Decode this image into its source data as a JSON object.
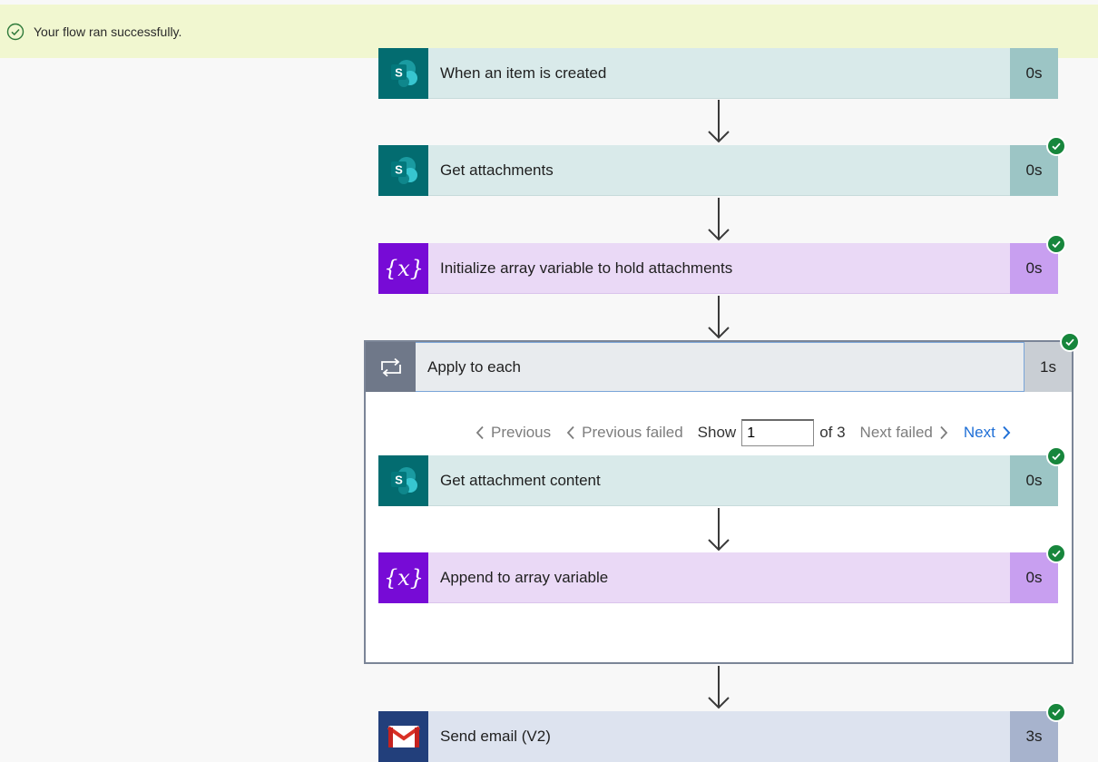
{
  "banner": {
    "message": "Your flow ran successfully."
  },
  "steps": [
    {
      "title": "When an item is created",
      "duration": "0s"
    },
    {
      "title": "Get attachments",
      "duration": "0s"
    },
    {
      "title": "Initialize array variable to hold attachments",
      "duration": "0s"
    }
  ],
  "loop": {
    "title": "Apply to each",
    "duration": "1s",
    "pager": {
      "previous": "Previous",
      "previous_failed": "Previous failed",
      "show": "Show",
      "current": "1",
      "of": "of 3",
      "next_failed": "Next failed",
      "next": "Next"
    },
    "steps": [
      {
        "title": "Get attachment content",
        "duration": "0s"
      },
      {
        "title": "Append to array variable",
        "duration": "0s"
      }
    ]
  },
  "final_step": {
    "title": "Send email (V2)",
    "duration": "3s"
  },
  "icons": {
    "banner": "check-circle-icon",
    "sharepoint": "sharepoint-icon",
    "variable": "variable-icon",
    "loop": "loop-icon",
    "gmail": "gmail-icon",
    "success": "success-check-icon"
  },
  "colors": {
    "banner_bg": "#f1f7d0",
    "sharepoint": "#036c70",
    "variable": "#770bd6",
    "gmail": "#223f7b",
    "success": "#17863c",
    "link": "#1f6fd6"
  }
}
